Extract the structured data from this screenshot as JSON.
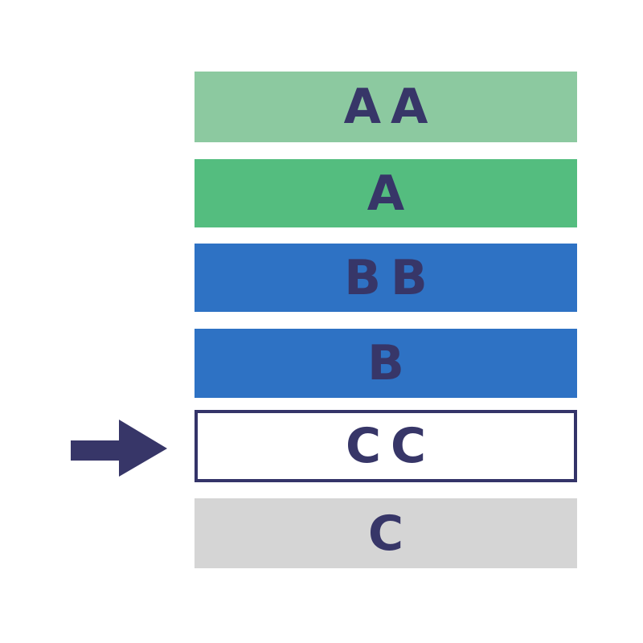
{
  "figure": {
    "type": "rating-scale",
    "indicated_value": "CC",
    "text_color": "#373668",
    "arrow_color": "#373668",
    "highlight_border_color": "#343469",
    "highlight_fill": "#ffffff",
    "bars": [
      {
        "label": "AA",
        "color": "#8cc9a0",
        "highlighted": false
      },
      {
        "label": "A",
        "color": "#54bd7f",
        "highlighted": false
      },
      {
        "label": "BB",
        "color": "#2e72c4",
        "highlighted": false
      },
      {
        "label": "B",
        "color": "#2e72c4",
        "highlighted": false
      },
      {
        "label": "CC",
        "color": "#ffffff",
        "highlighted": true
      },
      {
        "label": "C",
        "color": "#d5d5d5",
        "highlighted": false
      }
    ]
  }
}
